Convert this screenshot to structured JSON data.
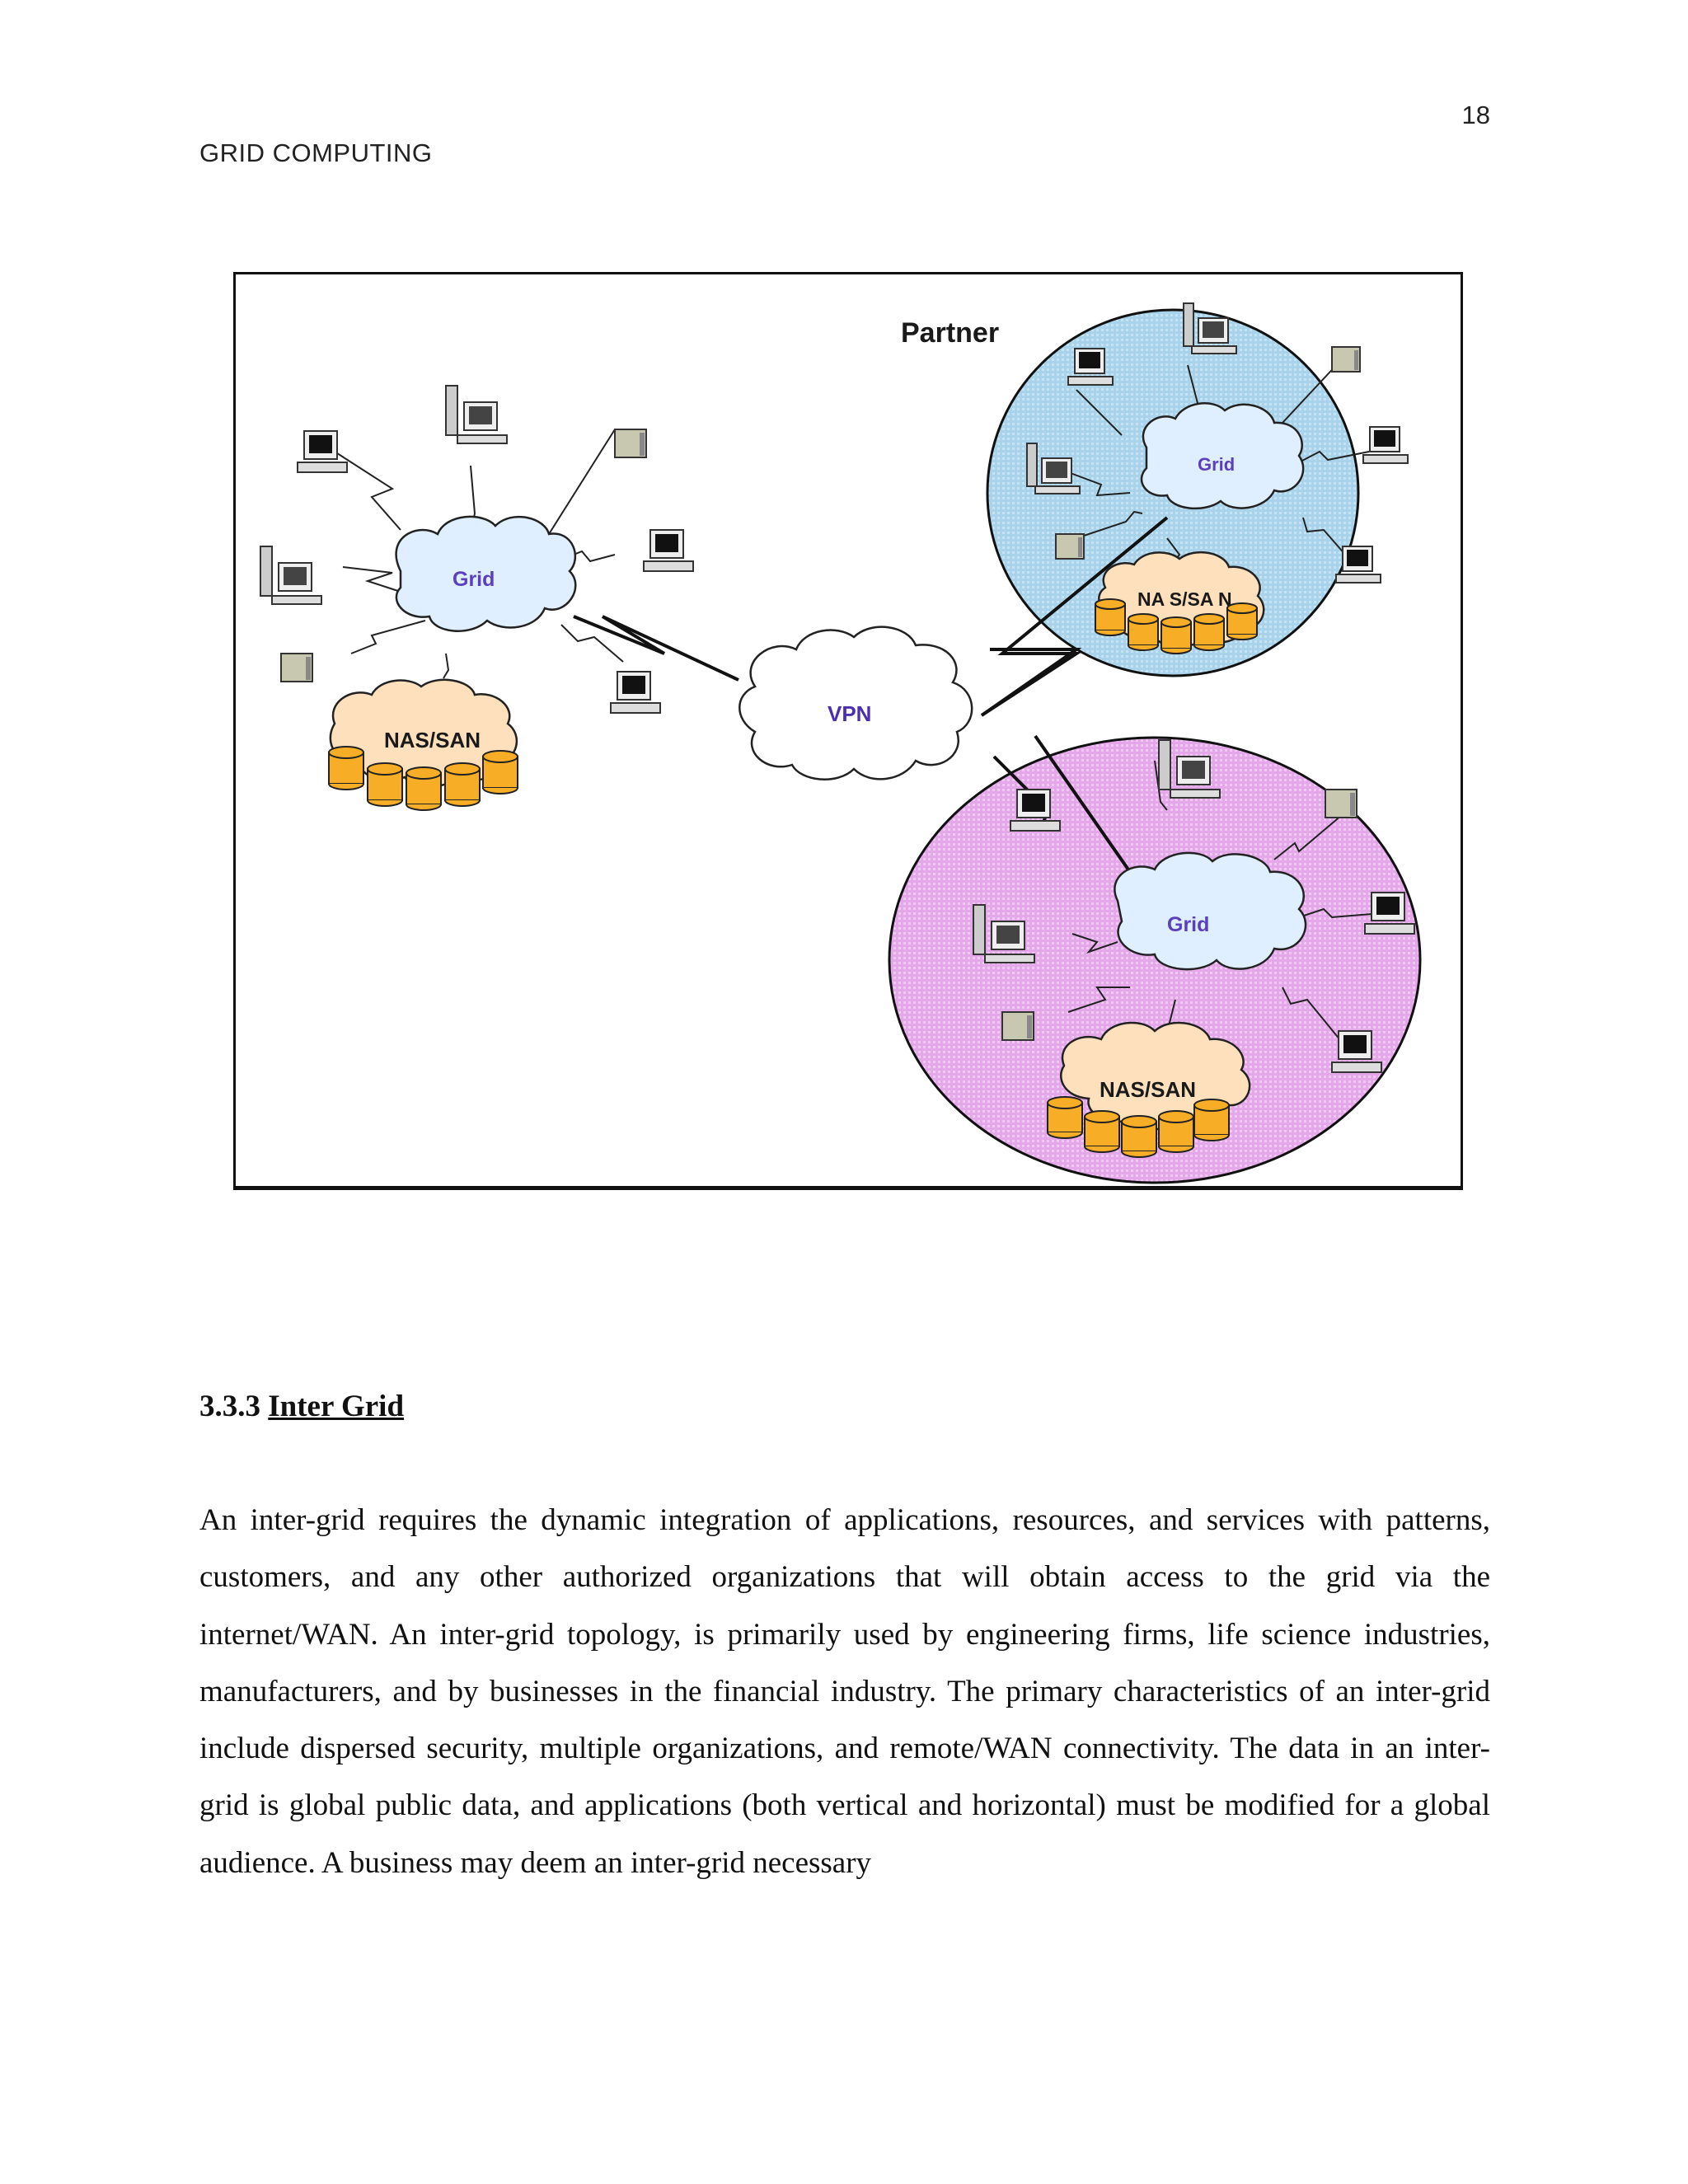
{
  "header": {
    "page_number": "18",
    "running_title": "GRID COMPUTING"
  },
  "figure": {
    "labels": {
      "partner": "Partner",
      "left_grid": "Grid",
      "left_storage": "NAS/SAN",
      "vpn": "VPN",
      "partner_grid": "Grid",
      "partner_storage": "NA S/SA N",
      "lower_grid": "Grid",
      "lower_storage": "NAS/SAN"
    },
    "colors": {
      "grid_cloud": "#dfefff",
      "vpn_cloud": "#ffffff",
      "storage_cloud": "#ffe0bd",
      "partner_circle": "#a9d3ea",
      "lower_circle": "#e4a8ea",
      "cylinder": "#f7ad25",
      "grid_text": "#5a3fbf",
      "vpn_text": "#4b2fb0"
    }
  },
  "section": {
    "number": "3.3.3",
    "title": "Inter Grid",
    "paragraph": "An inter-grid requires the dynamic integration of applications, resources, and services with patterns, customers, and any other authorized organizations that will obtain access to the grid via the internet/WAN. An inter-grid topology, is primarily used by engineering firms, life science industries, manufacturers, and by businesses in the financial industry. The primary characteristics of an inter-grid include dispersed security, multiple organizations, and remote/WAN connectivity. The data in an inter-grid is global public data, and applications (both vertical and horizontal) must be modified for a global audience. A business may deem an inter-grid necessary"
  }
}
